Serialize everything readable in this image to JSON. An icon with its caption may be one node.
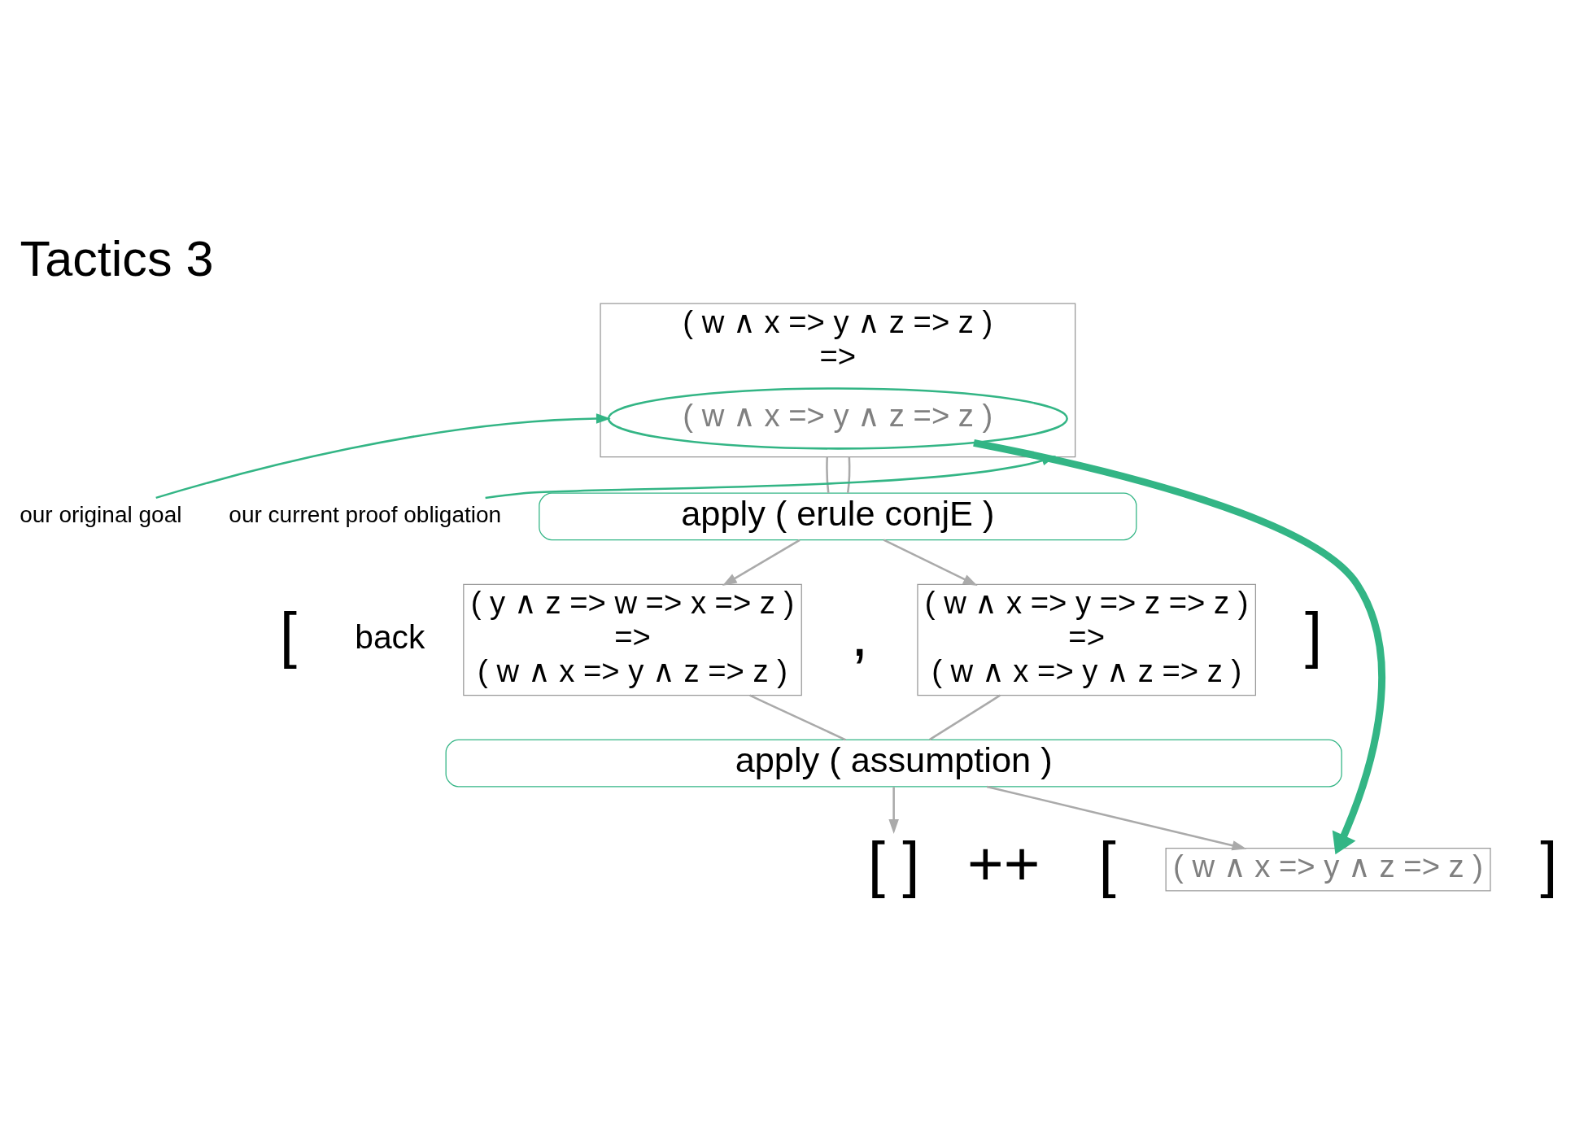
{
  "diagram": {
    "title": "Tactics 3",
    "nodes": [
      {
        "text": [
          "( w ∧ x => y ∧ z => z )",
          "=>"
        ]
      },
      {
        "text": [
          "( w ∧ x => y ∧ z => z )"
        ],
        "in": 0
      },
      {
        "text": [
          "our original goal"
        ]
      },
      {
        "text": [
          "our current proof obligation"
        ]
      },
      {
        "text": [
          "apply ( erule conjE )"
        ]
      },
      {
        "text": [
          "( y ∧ z => w => x => z )",
          "=>",
          "( w ∧ x => y ∧ z => z )"
        ]
      },
      {
        "text": [
          "( w ∧ x => y => z => z )",
          "=>",
          "( w ∧ x => y ∧ z => z )"
        ]
      },
      {
        "text": [
          "apply ( assumption )"
        ]
      },
      {
        "text": [
          "( w ∧ x => y ∧ z => z )"
        ]
      },
      {
        "text": [
          "[ ]"
        ]
      }
    ],
    "edges": [
      {
        "from": 2,
        "to": 1,
        "arrow": "to",
        "color": "#33b585"
      },
      {
        "from": 3,
        "to": 0,
        "arrow": "to",
        "color": "#33b585"
      },
      {
        "from": 0,
        "to": 4,
        "arrow": "none"
      },
      {
        "from": 0,
        "to": 4,
        "arrow": "none"
      },
      {
        "from": 4,
        "to": 5,
        "arrow": "to"
      },
      {
        "from": 4,
        "to": 6,
        "arrow": "to"
      },
      {
        "from": 5,
        "to": 7,
        "arrow": "none"
      },
      {
        "from": 6,
        "to": 7,
        "arrow": "none"
      },
      {
        "from": 7,
        "to": 9,
        "arrow": "to"
      },
      {
        "from": 7,
        "to": 8,
        "arrow": "to"
      },
      {
        "from": 1,
        "to": 8,
        "arrow": "to",
        "style": "thick",
        "color": "#33b585"
      }
    ],
    "labels": [
      "back",
      "[",
      ",",
      "]",
      "++",
      "[",
      "]"
    ]
  }
}
